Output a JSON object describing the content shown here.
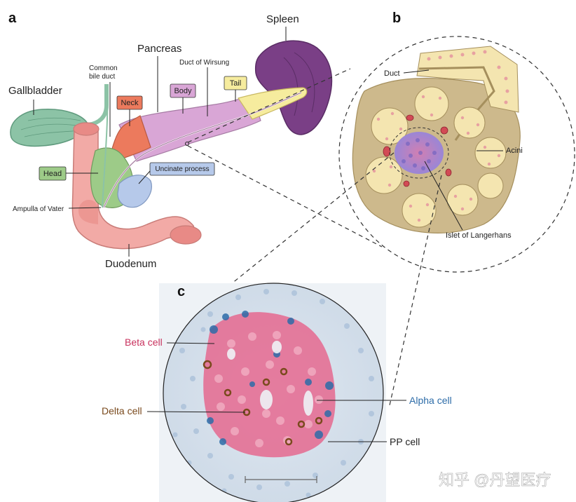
{
  "panels": {
    "a": "a",
    "b": "b",
    "c": "c"
  },
  "anatomy": {
    "gallbladder": "Gallbladder",
    "common_bile_duct_line1": "Common",
    "common_bile_duct_line2": "bile duct",
    "pancreas": "Pancreas",
    "duct_of_wirsung": "Duct of Wirsung",
    "spleen": "Spleen",
    "neck": "Neck",
    "body": "Body",
    "tail": "Tail",
    "head": "Head",
    "uncinate_process": "Uncinate process",
    "ampulla_of_vater": "Ampulla of Vater",
    "duodenum": "Duodenum"
  },
  "tissue": {
    "duct": "Duct",
    "acini": "Acini",
    "islet": "Islet of Langerhans"
  },
  "histology": {
    "beta_cell": "Beta cell",
    "delta_cell": "Delta cell",
    "alpha_cell": "Alpha cell",
    "pp_cell": "PP cell"
  },
  "watermark": "知乎 @丹望医疗",
  "colors": {
    "head": "#9dcb88",
    "neck": "#ec7a5d",
    "body": "#d9a6d6",
    "tail": "#f6ec9e",
    "uncinate": "#b6c9ea",
    "duodenum": "#f2aaa6",
    "gallbladder": "#8cc3a6",
    "spleen": "#7a3f86",
    "beta": "#c8325e",
    "alpha": "#2d6ca8",
    "delta": "#7a4a1d"
  }
}
